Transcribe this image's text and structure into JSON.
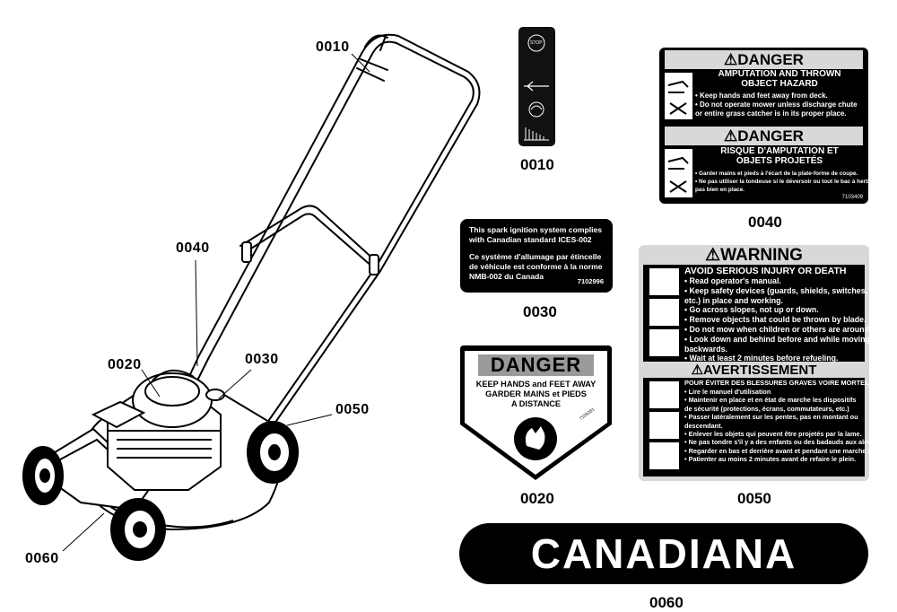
{
  "callouts": {
    "handle": "0010",
    "engine_label": "0040",
    "engine_left": "0020",
    "engine_right": "0030",
    "wheel_right": "0050",
    "deck": "0060"
  },
  "labels": {
    "throttle": "0010",
    "spark": "0030",
    "danger_decal": "0040",
    "danger_small": "0020",
    "warning": "0050",
    "logo": "0060"
  },
  "spark_decal": {
    "line1": "This spark ignition system complies",
    "line2": "with Canadian standard ICES-002",
    "line3": "Ce système d'allumage par étincelle",
    "line4": "de véhicule est conforme à la norme",
    "line5": "NMB-002 du Canada",
    "code": "7102996"
  },
  "danger_decal": {
    "header_en": "⚠DANGER",
    "sub_en_1": "AMPUTATION AND THROWN",
    "sub_en_2": "OBJECT HAZARD",
    "lines_en": [
      "• Keep hands and feet away from deck.",
      "• Do not operate mower unless discharge chute",
      "  or entire grass catcher is in its proper place."
    ],
    "header_fr": "⚠DANGER",
    "sub_fr_1": "RISQUE D'AMPUTATION ET",
    "sub_fr_2": "OBJETS PROJETÉS",
    "lines_fr": [
      "• Garder mains et pieds à l'écart de la plate-forme de coupe.",
      "• Ne pas utiliser la tondeuse si le déversoir ou tout le bac à herbe",
      "  pas bien en place."
    ],
    "code": "7103409"
  },
  "warning_decal": {
    "header_en": "⚠WARNING",
    "title_en": "AVOID SERIOUS INJURY OR DEATH",
    "lines_en": [
      "• Read operator's manual.",
      "• Keep safety devices (guards, shields, switches,",
      "  etc.) in place and working.",
      "• Go across slopes, not up or down.",
      "• Remove objects that could be thrown by blade.",
      "• Do not mow when children or others are around.",
      "• Look down and behind before and while moving",
      "  backwards.",
      "• Wait at least 2 minutes before refueling."
    ],
    "header_fr": "⚠AVERTISSEMENT",
    "title_fr": "POUR ÉVITER DES BLESSURES GRAVES VOIRE MORTELLES",
    "lines_fr": [
      "• Lire le manuel d'utilisation",
      "• Maintenir en place et en état de marche les dispositifs",
      "  de sécurité (protections, écrans, commutateurs, etc.)",
      "• Passer latéralement sur les pentes, pas en montant ou",
      "  descendant.",
      "• Enlever les objets qui peuvent être projetés par la lame.",
      "• Ne pas tondre s'il y a des enfants ou des badauds aux alentours.",
      "• Regarder en bas et derrière avant et pendant une marche arrière.",
      "• Patienter au moins 2 minutes avant de refaire le plein."
    ]
  },
  "danger_small": {
    "header": "DANGER",
    "line1": "KEEP HANDS and FEET AWAY",
    "line2": "GARDER MAINS et PIEDS",
    "line3": "A DISTANCE",
    "code": "7105281"
  },
  "throttle_decal": {
    "stop_text": "STOP"
  },
  "logo": {
    "text": "CANADIANA"
  }
}
